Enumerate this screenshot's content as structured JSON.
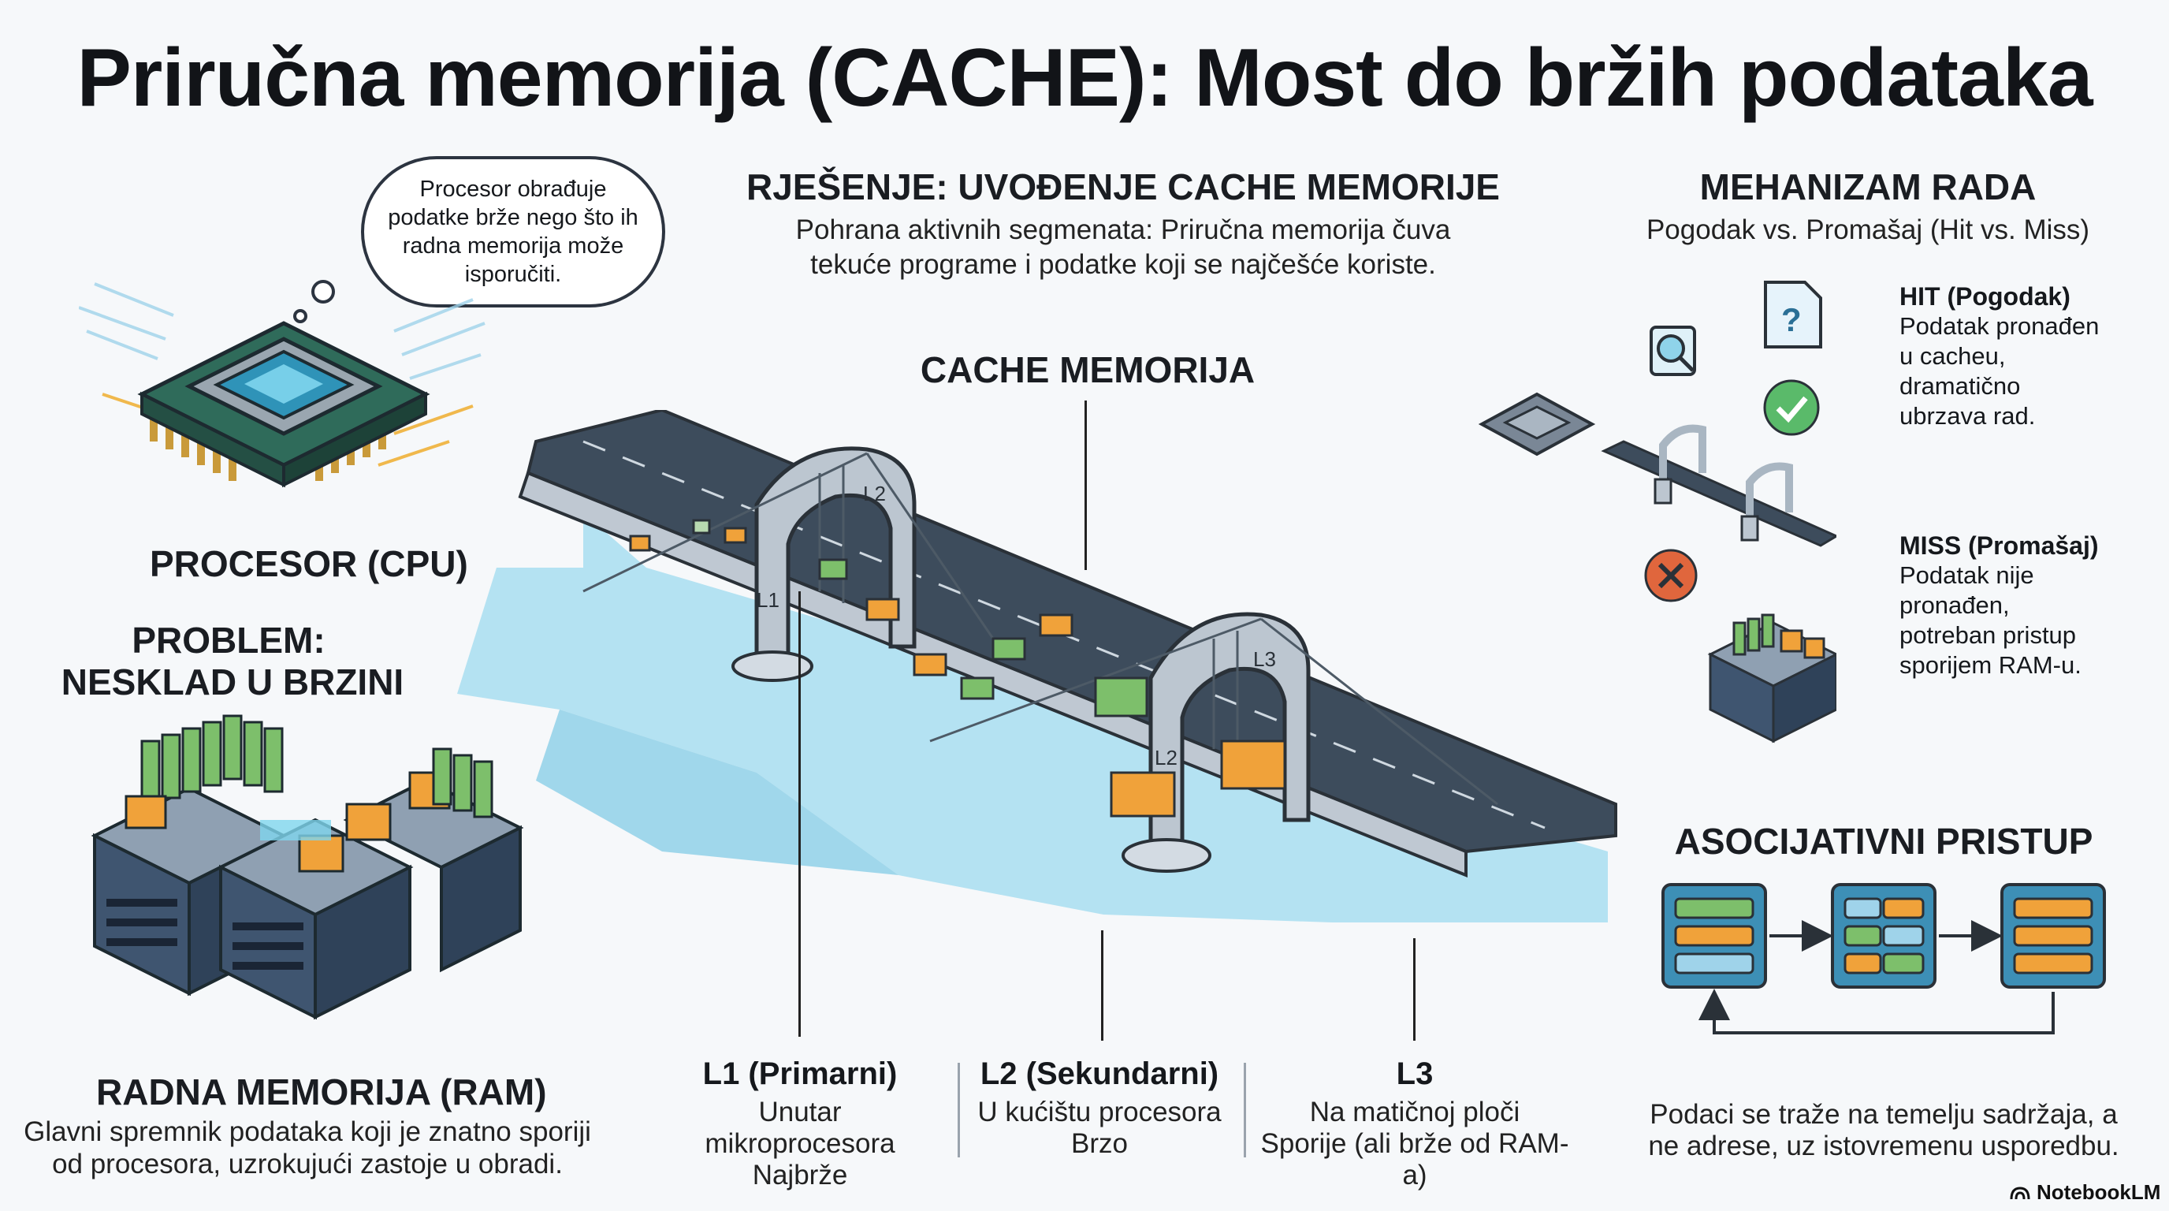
{
  "title": "Priručna memorija (CACHE): Most do bržih podataka",
  "cpu": {
    "bubble_text": "Procesor obrađuje podatke brže nego što ih radna memorija može isporučiti.",
    "label": "PROCESOR (CPU)",
    "icon": "cpu-chip-icon"
  },
  "problem": {
    "line1": "PROBLEM:",
    "line2": "NESKLAD U BRZINI"
  },
  "ram": {
    "title": "RADNA MEMORIJA (RAM)",
    "line1": "Glavni spremnik podataka koji je znatno sporiji",
    "line2": "od procesora, uzrokujući zastoje u obradi.",
    "icon": "ram-server-rack-icon"
  },
  "solution": {
    "title": "RJEŠENJE: UVOĐENJE CACHE MEMORIJE",
    "line1": "Pohrana aktivnih segmenata: Priručna memorija čuva",
    "line2": "tekuće programe i podatke koji se najčešće koriste."
  },
  "bridge": {
    "label": "CACHE MEMORIJA",
    "tower_l1": "L1",
    "tower_l2": "L2",
    "tower_l3": "L3",
    "icon": "bridge-icon"
  },
  "levels": [
    {
      "title": "L1 (Primarni)",
      "line1": "Unutar mikroprocesora",
      "line2": "Najbrže"
    },
    {
      "title": "L2 (Sekundarni)",
      "line1": "U kućištu procesora",
      "line2": "Brzo"
    },
    {
      "title": "L3",
      "line1": "Na matičnoj ploči",
      "line2": "Sporije (ali brže od RAM-a)"
    }
  ],
  "mechanism": {
    "title": "MEHANIZAM RADA",
    "subtitle": "Pogodak vs. Promašaj (Hit vs. Miss)",
    "hit_title": "HIT (Pogodak)",
    "hit_lines": [
      "Podatak pronađen",
      "u cacheu,",
      "dramatično",
      "ubrzava rad."
    ],
    "miss_title": "MISS (Promašaj)",
    "miss_lines": [
      "Podatak nije",
      "pronađen,",
      "potreban pristup",
      "sporijem RAM-u."
    ]
  },
  "associative": {
    "title": "ASOCIJATIVNI PRISTUP",
    "line1": "Podaci se traže na temelju sadržaja, a",
    "line2": "ne adrese, uz istovremenu usporedbu."
  },
  "brand": "NotebookLM",
  "colors": {
    "accent_blue": "#3d8fb6",
    "water": "#8fd3ea",
    "cargo_orange": "#f0a23a",
    "cargo_green": "#6fbf6a",
    "hit_green": "#5aba6a",
    "miss_red": "#e0663d"
  }
}
